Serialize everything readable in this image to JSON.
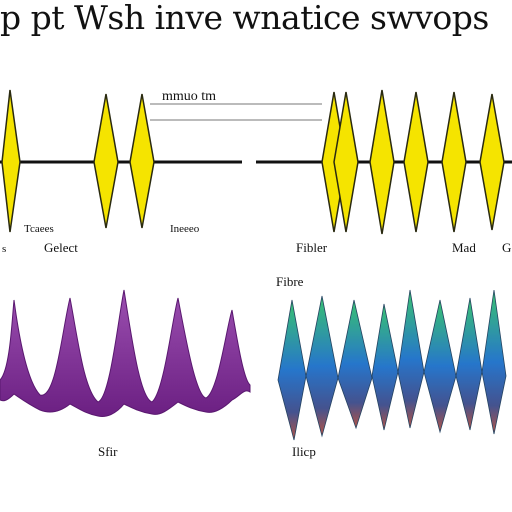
{
  "title": "p pt Wsh inve wnatice swvops",
  "labels": {
    "top_caption_center": "mmuo tm",
    "left_small_1": "Tcaees",
    "left_small_2": "s",
    "left_medium": "Gelect",
    "center_small": "Ineeeo",
    "right_mid_1": "Fibler",
    "right_mid_2": "Mad",
    "right_mid_3": "G",
    "center_lower": "Fibre",
    "bottom_left": "Sfir",
    "bottom_right": "Ilicp"
  },
  "colors": {
    "yellow_fill": "#f5e400",
    "yellow_stroke": "#2a2a10",
    "axis": "#111111",
    "purple": "#7a2a8f",
    "purple_light": "#9b4fb0",
    "green": "#2fbf6a",
    "blue": "#1b6fc9",
    "red_brown": "#b04a3a"
  }
}
